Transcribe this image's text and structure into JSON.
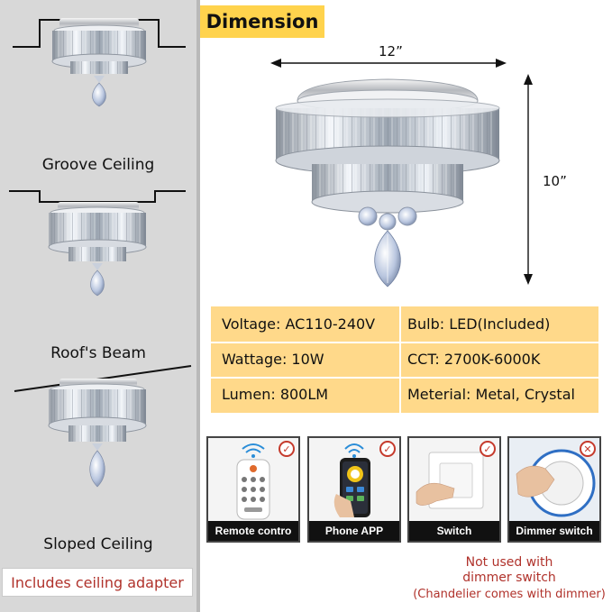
{
  "mounting": {
    "groove_label": "Groove Ceiling",
    "beam_label": "Roof's Beam",
    "sloped_label": "Sloped Ceiling",
    "adapter_note": "Includes ceiling adapter"
  },
  "dimension": {
    "title": "Dimension",
    "width": "12”",
    "height": "10”"
  },
  "specs": {
    "voltage": "Voltage: AC110-240V",
    "bulb": "Bulb: LED(Included)",
    "wattage": "Wattage: 10W",
    "cct": "CCT: 2700K-6000K",
    "lumen": "Lumen: 800LM",
    "material": "Meterial: Metal, Crystal"
  },
  "controls": [
    {
      "label": "Remote contro",
      "status": "supported",
      "icon": "remote-icon"
    },
    {
      "label": "Phone APP",
      "status": "supported",
      "icon": "phone-icon"
    },
    {
      "label": "Switch",
      "status": "supported",
      "icon": "switch-icon"
    },
    {
      "label": "Dimmer switch",
      "status": "not-supported",
      "icon": "dimmer-icon"
    }
  ],
  "marks": {
    "check": "✓",
    "cross": "✕"
  },
  "notes": {
    "line1": "Not used with",
    "line2": "dimmer switch",
    "line3": "(Chandelier comes with dimmer)"
  },
  "colors": {
    "accent_yellow": "#ffd34d",
    "spec_bg": "#ffd98a",
    "note_red": "#b0322b",
    "panel_grey": "#d8d8d8"
  }
}
